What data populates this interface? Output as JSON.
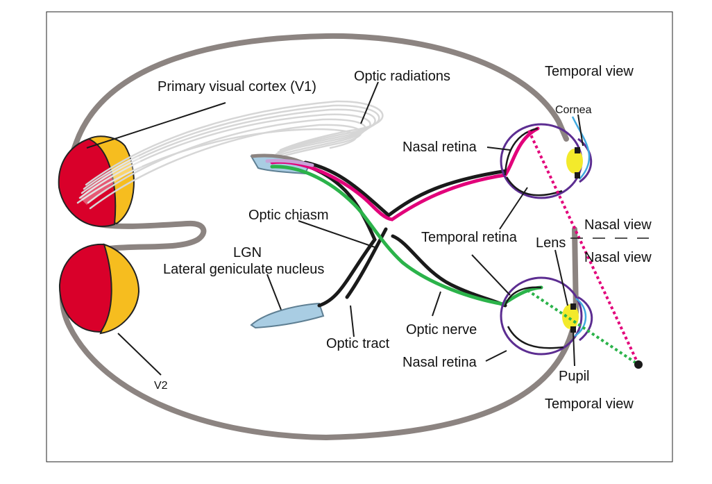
{
  "labels": {
    "primary_visual_cortex": "Primary visual cortex (V1)",
    "optic_radiations": "Optic radiations",
    "temporal_view_top": "Temporal view",
    "cornea": "Cornea",
    "nasal_retina_top": "Nasal retina",
    "optic_chiasm": "Optic chiasm",
    "lgn": "LGN",
    "lateral_geniculate_nucleus": "Lateral geniculate nucleus",
    "temporal_retina": "Temporal retina",
    "lens": "Lens",
    "nasal_view_top": "Nasal view",
    "nasal_view_bottom": "Nasal view",
    "optic_nerve": "Optic nerve",
    "optic_tract": "Optic tract",
    "nasal_retina_bottom": "Nasal retina",
    "pupil": "Pupil",
    "temporal_view_bottom": "Temporal view",
    "v2": "V2"
  },
  "colors": {
    "cortex_v1": "#d9002a",
    "cortex_v2": "#f6bd1f",
    "brain_outline": "#8c8481",
    "pathway_black": "#1a1a1a",
    "pathway_magenta": "#e2007a",
    "pathway_green": "#2bb34a",
    "eye_outline": "#5c2d91",
    "lens_yellow": "#f3ea2b",
    "cornea_blue": "#3fa9e0",
    "lgn_blue": "#a9cde3",
    "radiations_grey": "#d6d6d6"
  }
}
